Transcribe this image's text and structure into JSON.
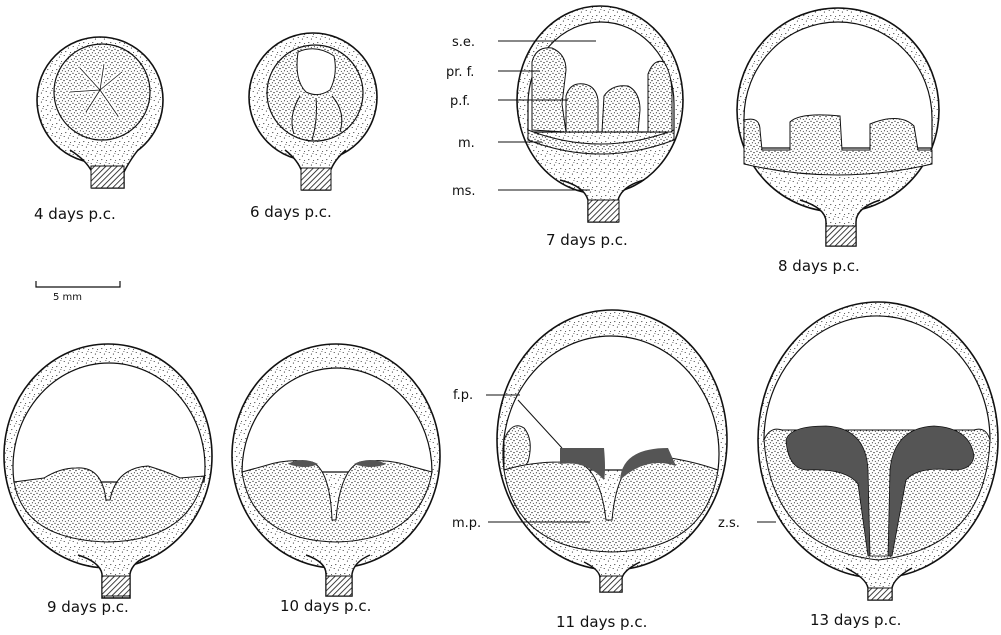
{
  "stages": [
    {
      "id": "d4",
      "caption": "4 days p.c."
    },
    {
      "id": "d6",
      "caption": "6 days p.c."
    },
    {
      "id": "d7",
      "caption": "7 days p.c."
    },
    {
      "id": "d8",
      "caption": "8 days p.c."
    },
    {
      "id": "d9",
      "caption": "9 days p.c."
    },
    {
      "id": "d10",
      "caption": "10 days p.c."
    },
    {
      "id": "d11",
      "caption": "11 days p.c."
    },
    {
      "id": "d13",
      "caption": "13 days p.c."
    }
  ],
  "labels": {
    "se": "s.e.",
    "prf": "pr. f.",
    "pf": "p.f.",
    "m": "m.",
    "ms": "ms.",
    "fp": "f.p.",
    "mp": "m.p.",
    "zs": "z.s."
  },
  "scale_bar": {
    "label": "5 mm"
  },
  "colors": {
    "ink": "#111111",
    "dark_fill": "#555555"
  }
}
